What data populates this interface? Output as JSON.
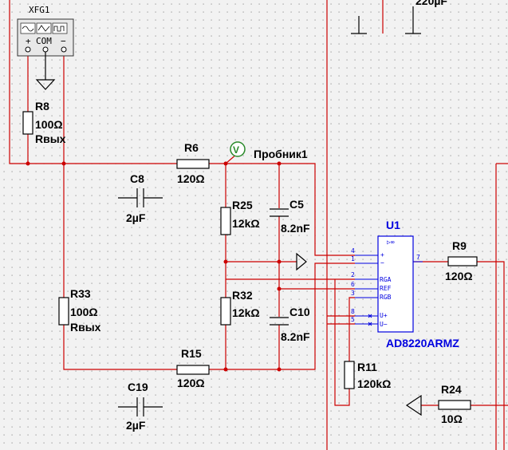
{
  "function_generator": {
    "name": "XFG1",
    "terminals": [
      "+",
      "COM",
      "−"
    ]
  },
  "components": {
    "r8": {
      "ref": "R8",
      "value": "100Ω",
      "note": "Rвых"
    },
    "r33": {
      "ref": "R33",
      "value": "100Ω",
      "note": "Rвых"
    },
    "r6": {
      "ref": "R6",
      "value": "120Ω"
    },
    "r15": {
      "ref": "R15",
      "value": "120Ω"
    },
    "r25": {
      "ref": "R25",
      "value": "12kΩ"
    },
    "r32": {
      "ref": "R32",
      "value": "12kΩ"
    },
    "r9": {
      "ref": "R9",
      "value": "120Ω"
    },
    "r11": {
      "ref": "R11",
      "value": "120kΩ"
    },
    "r24": {
      "ref": "R24",
      "value": "10Ω"
    },
    "c8": {
      "ref": "C8",
      "value": "2µF"
    },
    "c19": {
      "ref": "C19",
      "value": "2µF"
    },
    "c5": {
      "ref": "C5",
      "value": "8.2nF"
    },
    "c10": {
      "ref": "C10",
      "value": "8.2nF"
    },
    "top_cap": {
      "value": "220µF"
    }
  },
  "probe": {
    "label": "Пробник1",
    "symbol": "V"
  },
  "ic": {
    "ref": "U1",
    "part": "AD8220ARMZ",
    "pins_left": [
      {
        "num": "4",
        "name": "+"
      },
      {
        "num": "1",
        "name": "−"
      },
      {
        "num": "2",
        "name": "RGA"
      },
      {
        "num": "6",
        "name": "REF"
      },
      {
        "num": "3",
        "name": "RGB"
      },
      {
        "num": "8",
        "name": "U+"
      },
      {
        "num": "5",
        "name": "U−"
      }
    ],
    "pin_out": "7",
    "amp_symbol": "▷∞"
  },
  "colors": {
    "wire": "#cc0000",
    "ic": "#0000e0",
    "grid": "#9a9a9a",
    "background": "#f2f2f2"
  }
}
